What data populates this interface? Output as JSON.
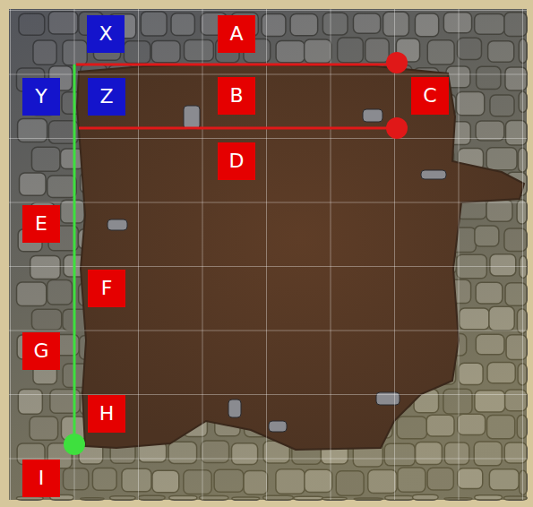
{
  "diagram": {
    "nodes": [
      {
        "text": [
          "X"
        ]
      },
      {
        "text": [
          "A"
        ]
      },
      {
        "text": [
          "Y"
        ]
      },
      {
        "text": [
          "Z"
        ]
      },
      {
        "text": [
          "B"
        ]
      },
      {
        "text": [
          "C"
        ]
      },
      {
        "text": [
          "D"
        ]
      },
      {
        "text": [
          "E"
        ]
      },
      {
        "text": [
          "F"
        ]
      },
      {
        "text": [
          "G"
        ]
      },
      {
        "text": [
          "H"
        ]
      },
      {
        "text": [
          "I"
        ]
      }
    ]
  }
}
